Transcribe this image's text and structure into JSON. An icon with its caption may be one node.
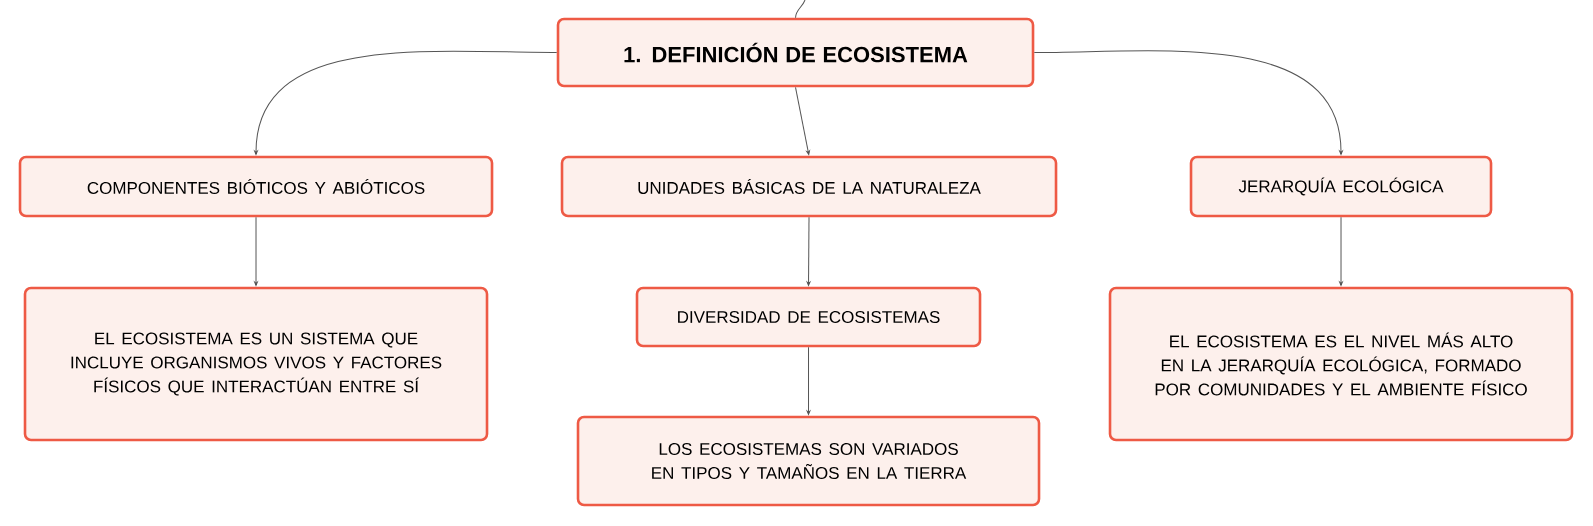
{
  "diagram": {
    "nodes": [
      {
        "text": [
          "1. DEFINICIÓN DE ECOSISTEMA"
        ]
      },
      {
        "text": [
          "COMPONENTES BIÓTICOS Y ABIÓTICOS"
        ]
      },
      {
        "text": [
          "UNIDADES BÁSICAS DE LA NATURALEZA"
        ]
      },
      {
        "text": [
          "JERARQUÍA ECOLÓGICA"
        ]
      },
      {
        "text": [
          "EL ECOSISTEMA ES UN SISTEMA QUE INCLUYE ORGANISMOS VIVOS Y FACTORES FÍSICOS QUE INTERACTÚAN ENTRE SÍ"
        ]
      },
      {
        "text": [
          "DIVERSIDAD DE ECOSISTEMAS"
        ]
      },
      {
        "text": [
          "LOS ECOSISTEMAS SON VARIADOS EN TIPOS Y TAMAÑOS EN LA TIERRA"
        ]
      },
      {
        "text": [
          "EL ECOSISTEMA ES EL NIVEL MÁS ALTO EN LA JERARQUÍA ECOLÓGICA, FORMADO POR COMUNIDADES Y EL AMBIENTE FÍSICO"
        ]
      }
    ],
    "edges": [
      {
        "from": null,
        "to": 0,
        "arrow": "none"
      },
      {
        "from": 0,
        "to": 1,
        "arrow": "to"
      },
      {
        "from": 0,
        "to": 2,
        "arrow": "to"
      },
      {
        "from": 0,
        "to": 3,
        "arrow": "to"
      },
      {
        "from": 1,
        "to": 4,
        "arrow": "to"
      },
      {
        "from": 2,
        "to": 5,
        "arrow": "to"
      },
      {
        "from": 5,
        "to": 6,
        "arrow": "to"
      },
      {
        "from": 3,
        "to": 7,
        "arrow": "to"
      }
    ]
  }
}
